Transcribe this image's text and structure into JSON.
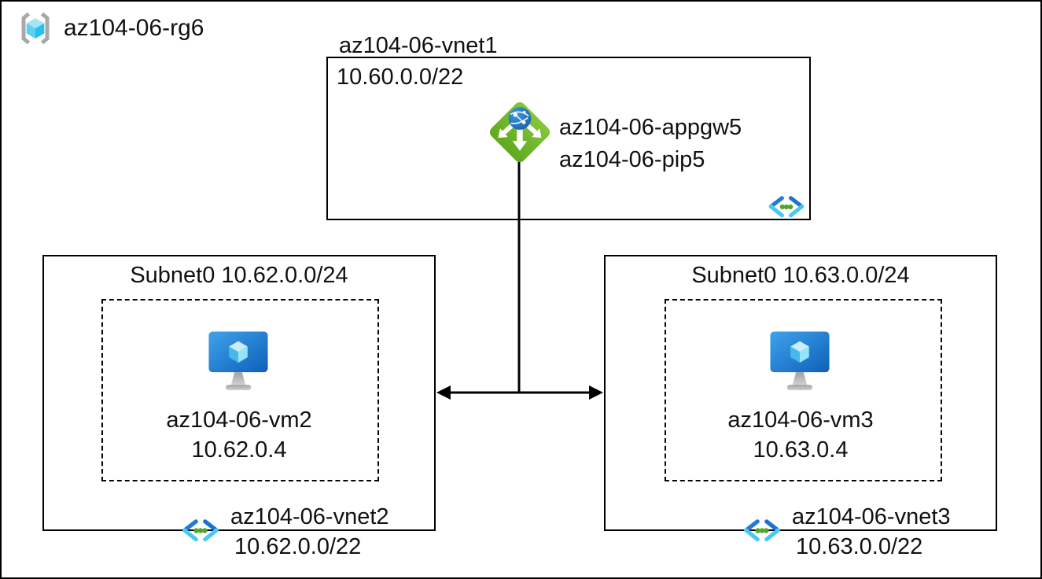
{
  "resource_group": {
    "label": "az104-06-rg6",
    "icon": "resource-group-icon"
  },
  "vnet1": {
    "title": "az104-06-vnet1",
    "cidr": "10.60.0.0/22",
    "app_gateway": {
      "name": "az104-06-appgw5",
      "public_ip": "az104-06-pip5",
      "icon": "application-gateway-icon"
    },
    "vnet_icon": "virtual-network-icon"
  },
  "subnet_left": {
    "title": "Subnet0 10.62.0.0/24",
    "vm": {
      "name": "az104-06-vm2",
      "ip": "10.62.0.4",
      "icon": "virtual-machine-icon"
    },
    "vnet": {
      "name": "az104-06-vnet2",
      "cidr": "10.62.0.0/22",
      "icon": "virtual-network-icon"
    }
  },
  "subnet_right": {
    "title": "Subnet0 10.63.0.0/24",
    "vm": {
      "name": "az104-06-vm3",
      "ip": "10.63.0.4",
      "icon": "virtual-machine-icon"
    },
    "vnet": {
      "name": "az104-06-vnet3",
      "cidr": "10.63.0.0/22",
      "icon": "virtual-network-icon"
    }
  },
  "connections": {
    "appgw_to_peering": "vertical-line",
    "vnet2_vnet3_peering": "double-arrow"
  },
  "colors": {
    "line": "#000000",
    "appgw_green_light": "#84c63c",
    "appgw_green_dark": "#5fa91e",
    "globe_blue_light": "#3e97de",
    "globe_blue_dark": "#125ca8",
    "vnet_chevron_blue": "#2379d4",
    "vnet_chevron_cyan": "#49c8f3",
    "vnet_dot_green": "#4fa62b",
    "vm_screen_light": "#3fa3ec",
    "vm_screen_dark": "#0f5fb8",
    "cube_top": "#c9edfb",
    "cube_left": "#46b9ea",
    "cube_right": "#93e6fa",
    "rg_bracket_gray": "#a8a8a8",
    "stand_gray": "#b0b0b0"
  }
}
